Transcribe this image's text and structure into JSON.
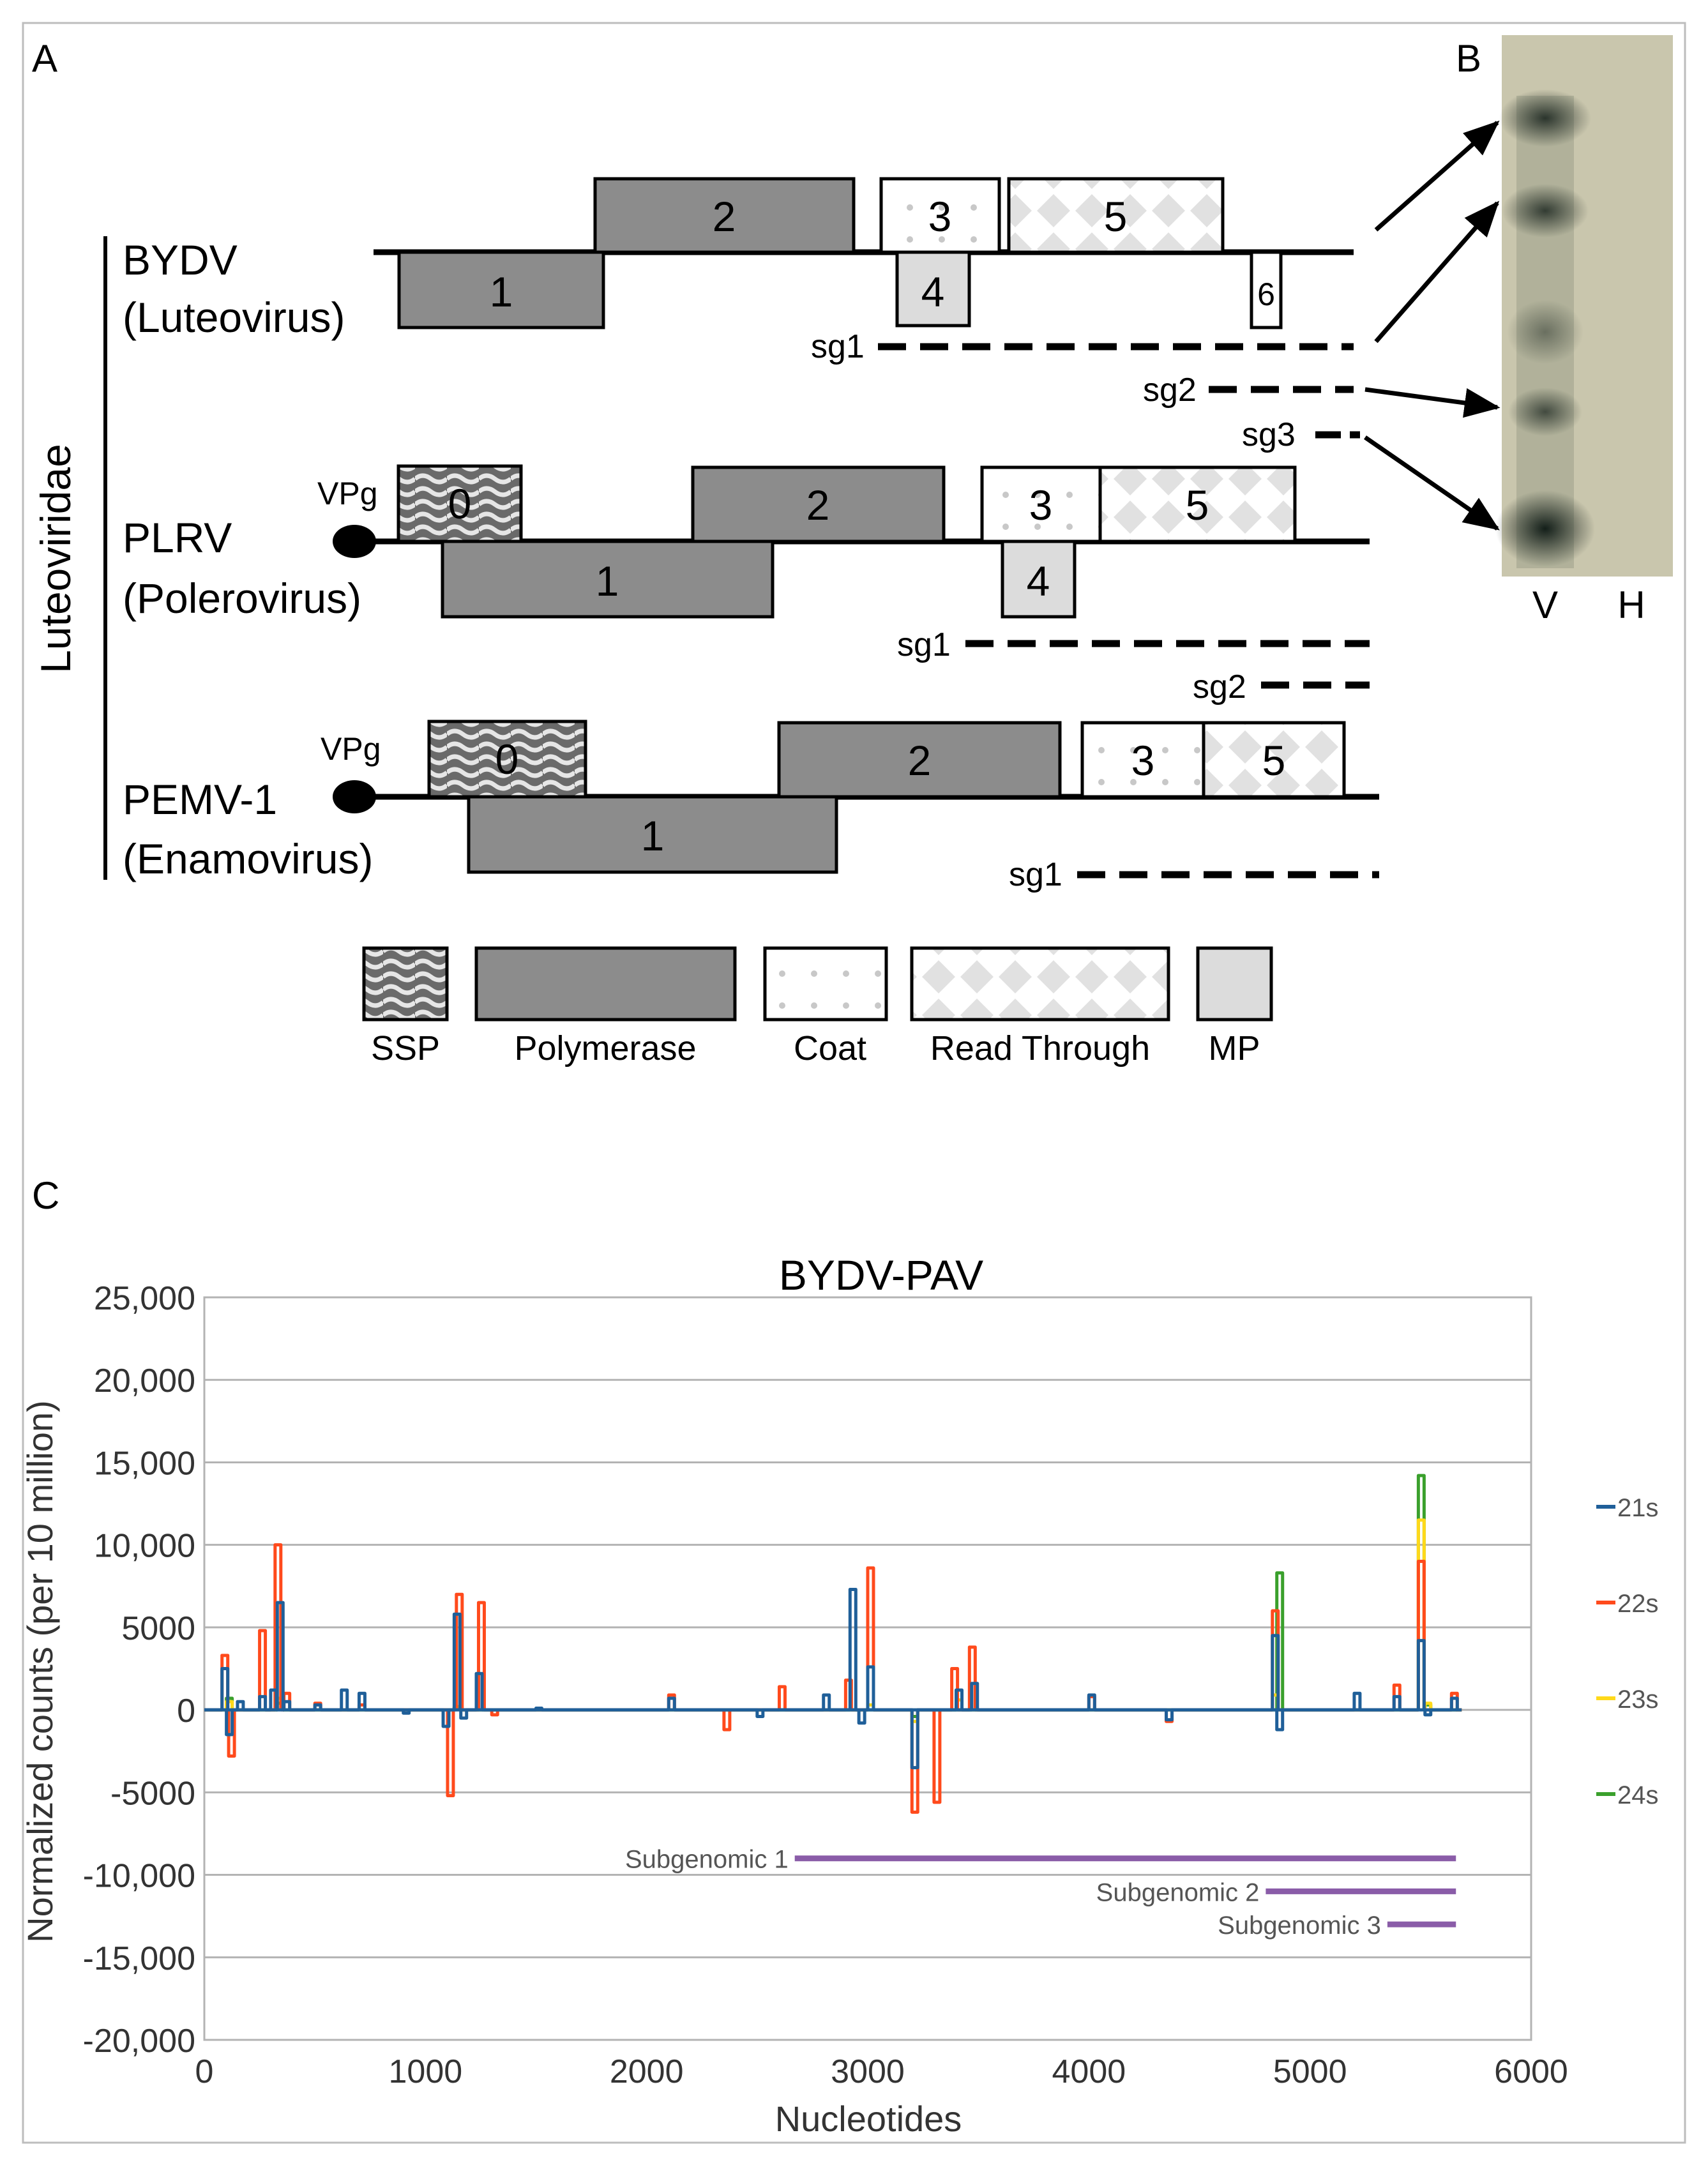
{
  "panel_labels": {
    "a": "A",
    "b": "B",
    "c": "C"
  },
  "family_label": "Luteoviridae",
  "viruses": [
    {
      "name": "BYDV",
      "genus": "(Luteovirus)"
    },
    {
      "name": "PLRV",
      "genus": "(Polerovirus)"
    },
    {
      "name": "PEMV-1",
      "genus": "(Enamovirus)"
    }
  ],
  "vpg_label": "VPg",
  "orf_numbers": {
    "n0": "0",
    "n1": "1",
    "n2": "2",
    "n3": "3",
    "n4": "4",
    "n5": "5",
    "n6": "6"
  },
  "subgenomic_short": {
    "sg1": "sg1",
    "sg2": "sg2",
    "sg3": "sg3"
  },
  "legend_a": [
    "SSP",
    "Polymerase",
    "Coat",
    "Read Through",
    "MP"
  ],
  "blot": {
    "lanes": [
      "V",
      "H"
    ]
  },
  "colors": {
    "polymerase": "#8c8c8c",
    "mp": "#dcdcdc",
    "coat": "#ffffff",
    "readthrough": "#f4f4f4",
    "subgenomic_line": "#8a5ca8",
    "grid": "#b3b3b3",
    "blot_bg": "#c9c6ad"
  },
  "chart_data": {
    "type": "line",
    "title": "BYDV-PAV",
    "xlabel": "Nucleotides",
    "ylabel": "Normalized counts (per 10 million)",
    "xlim": [
      0,
      6000
    ],
    "ylim": [
      -20000,
      25000
    ],
    "x_ticks": [
      "0",
      "1000",
      "2000",
      "3000",
      "4000",
      "5000",
      "6000"
    ],
    "y_ticks": [
      "25,000",
      "20,000",
      "15,000",
      "10,000",
      "5000",
      "0",
      "-5000",
      "-10,000",
      "-15,000",
      "-20,000"
    ],
    "grid": true,
    "legend_position": "right",
    "series": [
      {
        "name": "21s",
        "color": "#1f5f99",
        "points": [
          [
            0,
            0
          ],
          [
            80,
            2500
          ],
          [
            100,
            -1500
          ],
          [
            150,
            500
          ],
          [
            250,
            800
          ],
          [
            300,
            1200
          ],
          [
            330,
            6500
          ],
          [
            360,
            500
          ],
          [
            500,
            300
          ],
          [
            620,
            1200
          ],
          [
            700,
            1000
          ],
          [
            900,
            -200
          ],
          [
            1080,
            -1000
          ],
          [
            1130,
            5800
          ],
          [
            1160,
            -500
          ],
          [
            1230,
            2200
          ],
          [
            1500,
            100
          ],
          [
            2100,
            700
          ],
          [
            2500,
            -400
          ],
          [
            2800,
            900
          ],
          [
            2920,
            7300
          ],
          [
            2960,
            -800
          ],
          [
            3000,
            2600
          ],
          [
            3200,
            -3500
          ],
          [
            3400,
            1200
          ],
          [
            3470,
            1600
          ],
          [
            4000,
            900
          ],
          [
            4350,
            -600
          ],
          [
            4830,
            4500
          ],
          [
            4850,
            -1200
          ],
          [
            5200,
            1000
          ],
          [
            5380,
            800
          ],
          [
            5490,
            4200
          ],
          [
            5520,
            -300
          ],
          [
            5640,
            700
          ],
          [
            5660,
            0
          ]
        ]
      },
      {
        "name": "22s",
        "color": "#ff4a1c",
        "points": [
          [
            0,
            0
          ],
          [
            80,
            3300
          ],
          [
            110,
            -2800
          ],
          [
            250,
            4800
          ],
          [
            320,
            10000
          ],
          [
            360,
            1000
          ],
          [
            500,
            400
          ],
          [
            700,
            300
          ],
          [
            1100,
            -5200
          ],
          [
            1140,
            7000
          ],
          [
            1240,
            6500
          ],
          [
            1300,
            -300
          ],
          [
            2100,
            900
          ],
          [
            2350,
            -1200
          ],
          [
            2600,
            1400
          ],
          [
            2900,
            1800
          ],
          [
            3000,
            8600
          ],
          [
            3200,
            -6200
          ],
          [
            3300,
            -5600
          ],
          [
            3380,
            2500
          ],
          [
            3460,
            3800
          ],
          [
            4000,
            800
          ],
          [
            4350,
            -700
          ],
          [
            4830,
            6000
          ],
          [
            5380,
            1500
          ],
          [
            5490,
            9000
          ],
          [
            5640,
            1000
          ],
          [
            5660,
            0
          ]
        ]
      },
      {
        "name": "23s",
        "color": "#ffd91a",
        "points": [
          [
            0,
            0
          ],
          [
            100,
            500
          ],
          [
            330,
            700
          ],
          [
            1130,
            200
          ],
          [
            3000,
            300
          ],
          [
            3200,
            -700
          ],
          [
            3400,
            600
          ],
          [
            4830,
            900
          ],
          [
            5490,
            11500
          ],
          [
            5520,
            400
          ],
          [
            5660,
            0
          ]
        ]
      },
      {
        "name": "24s",
        "color": "#3aa02c",
        "points": [
          [
            0,
            0
          ],
          [
            100,
            700
          ],
          [
            330,
            400
          ],
          [
            1130,
            150
          ],
          [
            3200,
            -400
          ],
          [
            4850,
            8300
          ],
          [
            5490,
            14200
          ],
          [
            5520,
            300
          ],
          [
            5660,
            0
          ]
        ]
      }
    ],
    "annotations": [
      {
        "label": "Subgenomic 1",
        "x_start": 2670,
        "x_end": 5660,
        "y": -9000
      },
      {
        "label": "Subgenomic 2",
        "x_start": 4800,
        "x_end": 5660,
        "y": -11000
      },
      {
        "label": "Subgenomic 3",
        "x_start": 5350,
        "x_end": 5660,
        "y": -13000
      }
    ]
  }
}
